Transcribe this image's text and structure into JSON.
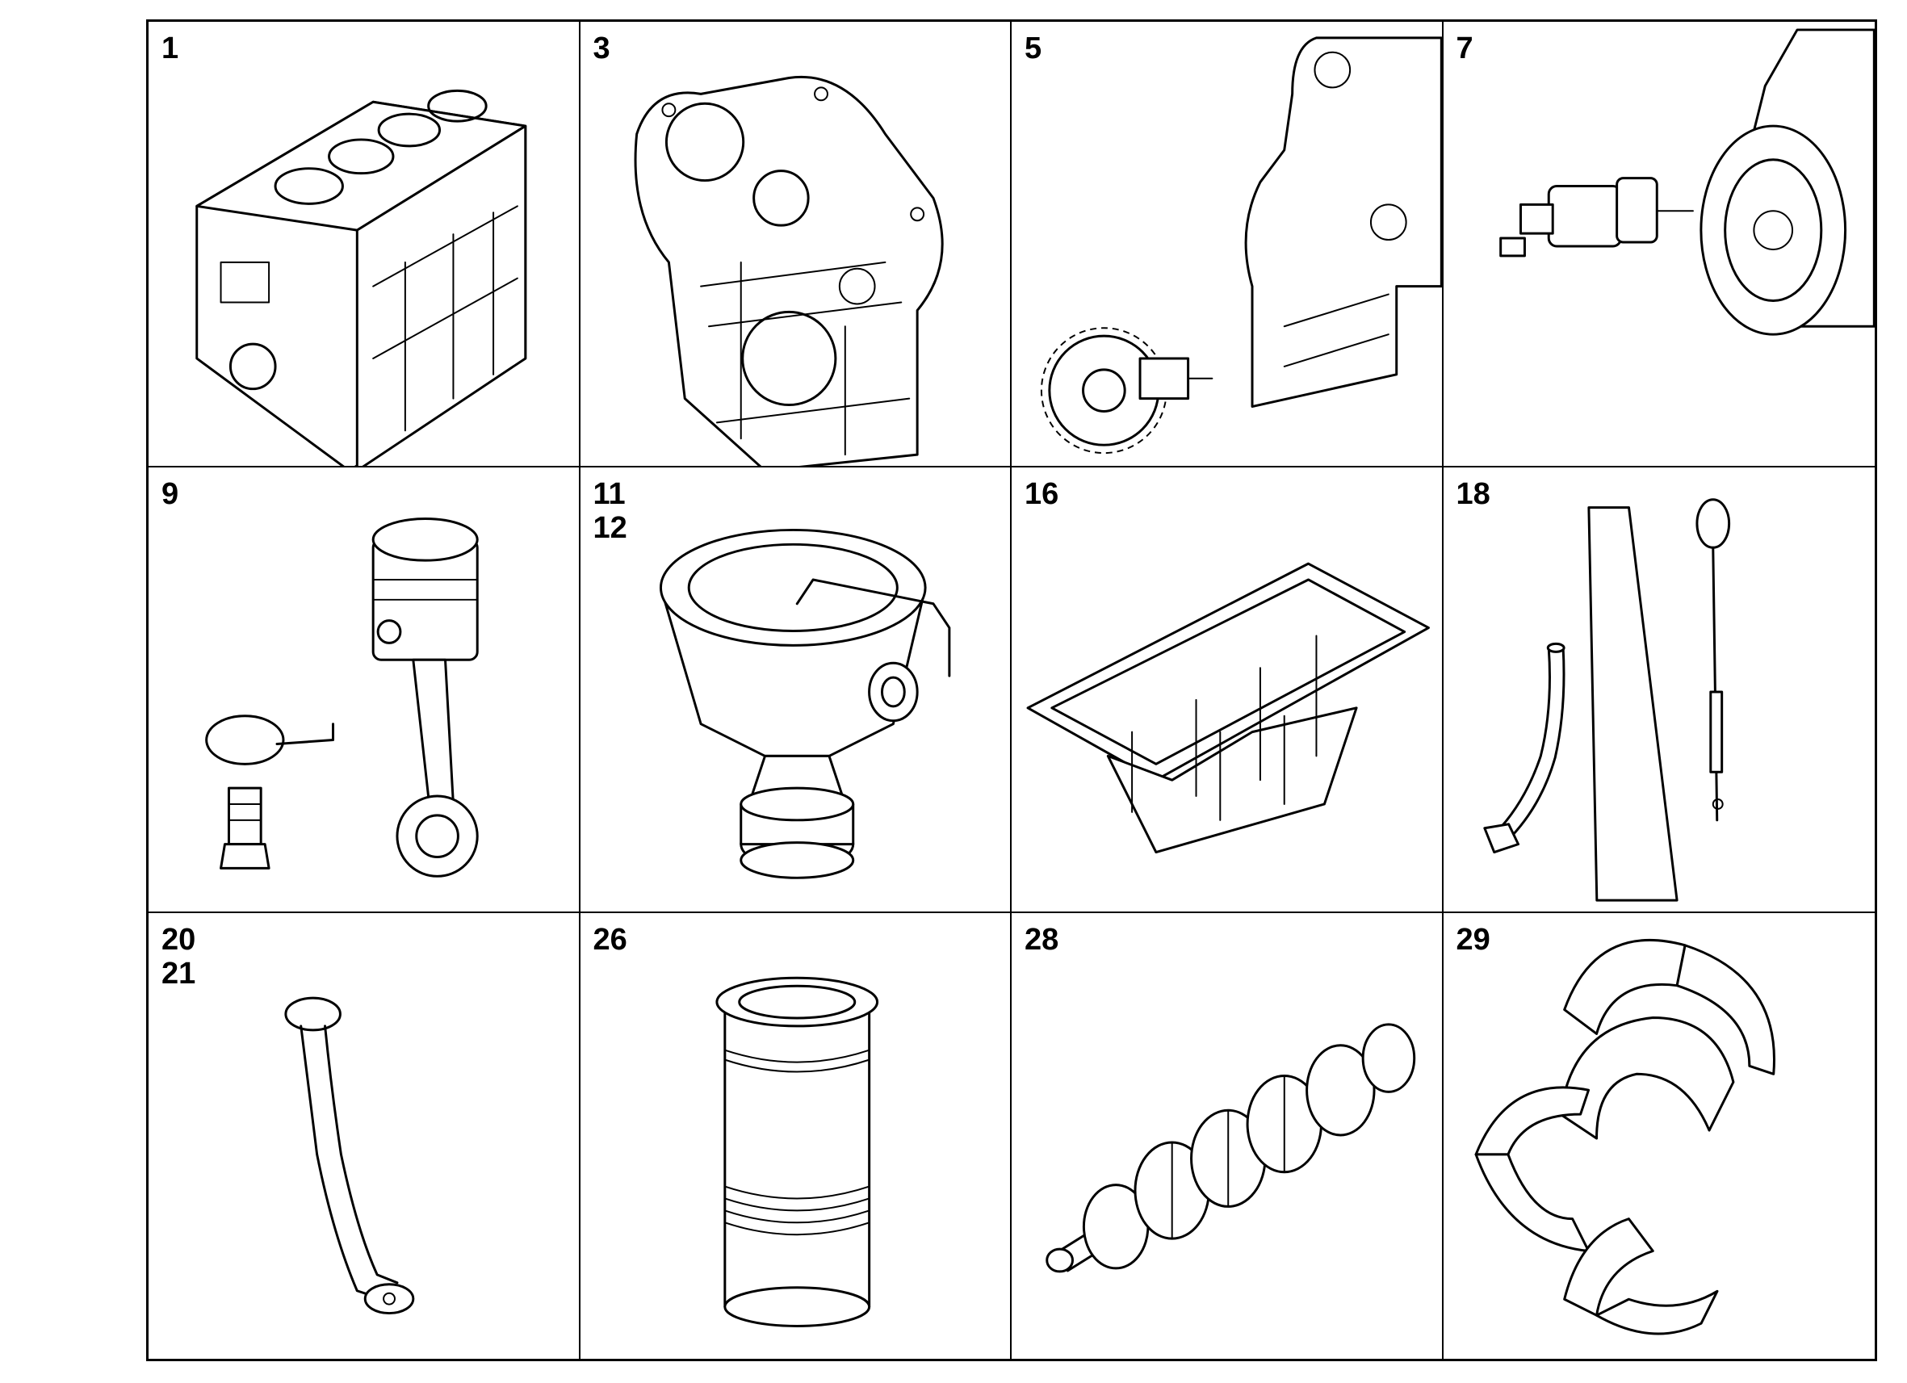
{
  "parts": [
    {
      "labels": [
        "1"
      ],
      "icon": "engine-block-icon"
    },
    {
      "labels": [
        "3"
      ],
      "icon": "timing-case-icon"
    },
    {
      "labels": [
        "5"
      ],
      "icon": "idler-gear-icon"
    },
    {
      "labels": [
        "7"
      ],
      "icon": "oil-pressure-switch-icon"
    },
    {
      "labels": [
        "9"
      ],
      "icon": "piston-connecting-rod-icon"
    },
    {
      "labels": [
        "11",
        "12"
      ],
      "icon": "oil-filler-breather-icon"
    },
    {
      "labels": [
        "16"
      ],
      "icon": "oil-sump-icon"
    },
    {
      "labels": [
        "18"
      ],
      "icon": "dipstick-tube-icon"
    },
    {
      "labels": [
        "20",
        "21"
      ],
      "icon": "oil-filler-tube-icon"
    },
    {
      "labels": [
        "26"
      ],
      "icon": "cylinder-liner-icon"
    },
    {
      "labels": [
        "28"
      ],
      "icon": "crankshaft-icon"
    },
    {
      "labels": [
        "29"
      ],
      "icon": "bearing-shells-icon"
    }
  ],
  "colors": {
    "ink": "#000000",
    "paper": "#ffffff"
  }
}
